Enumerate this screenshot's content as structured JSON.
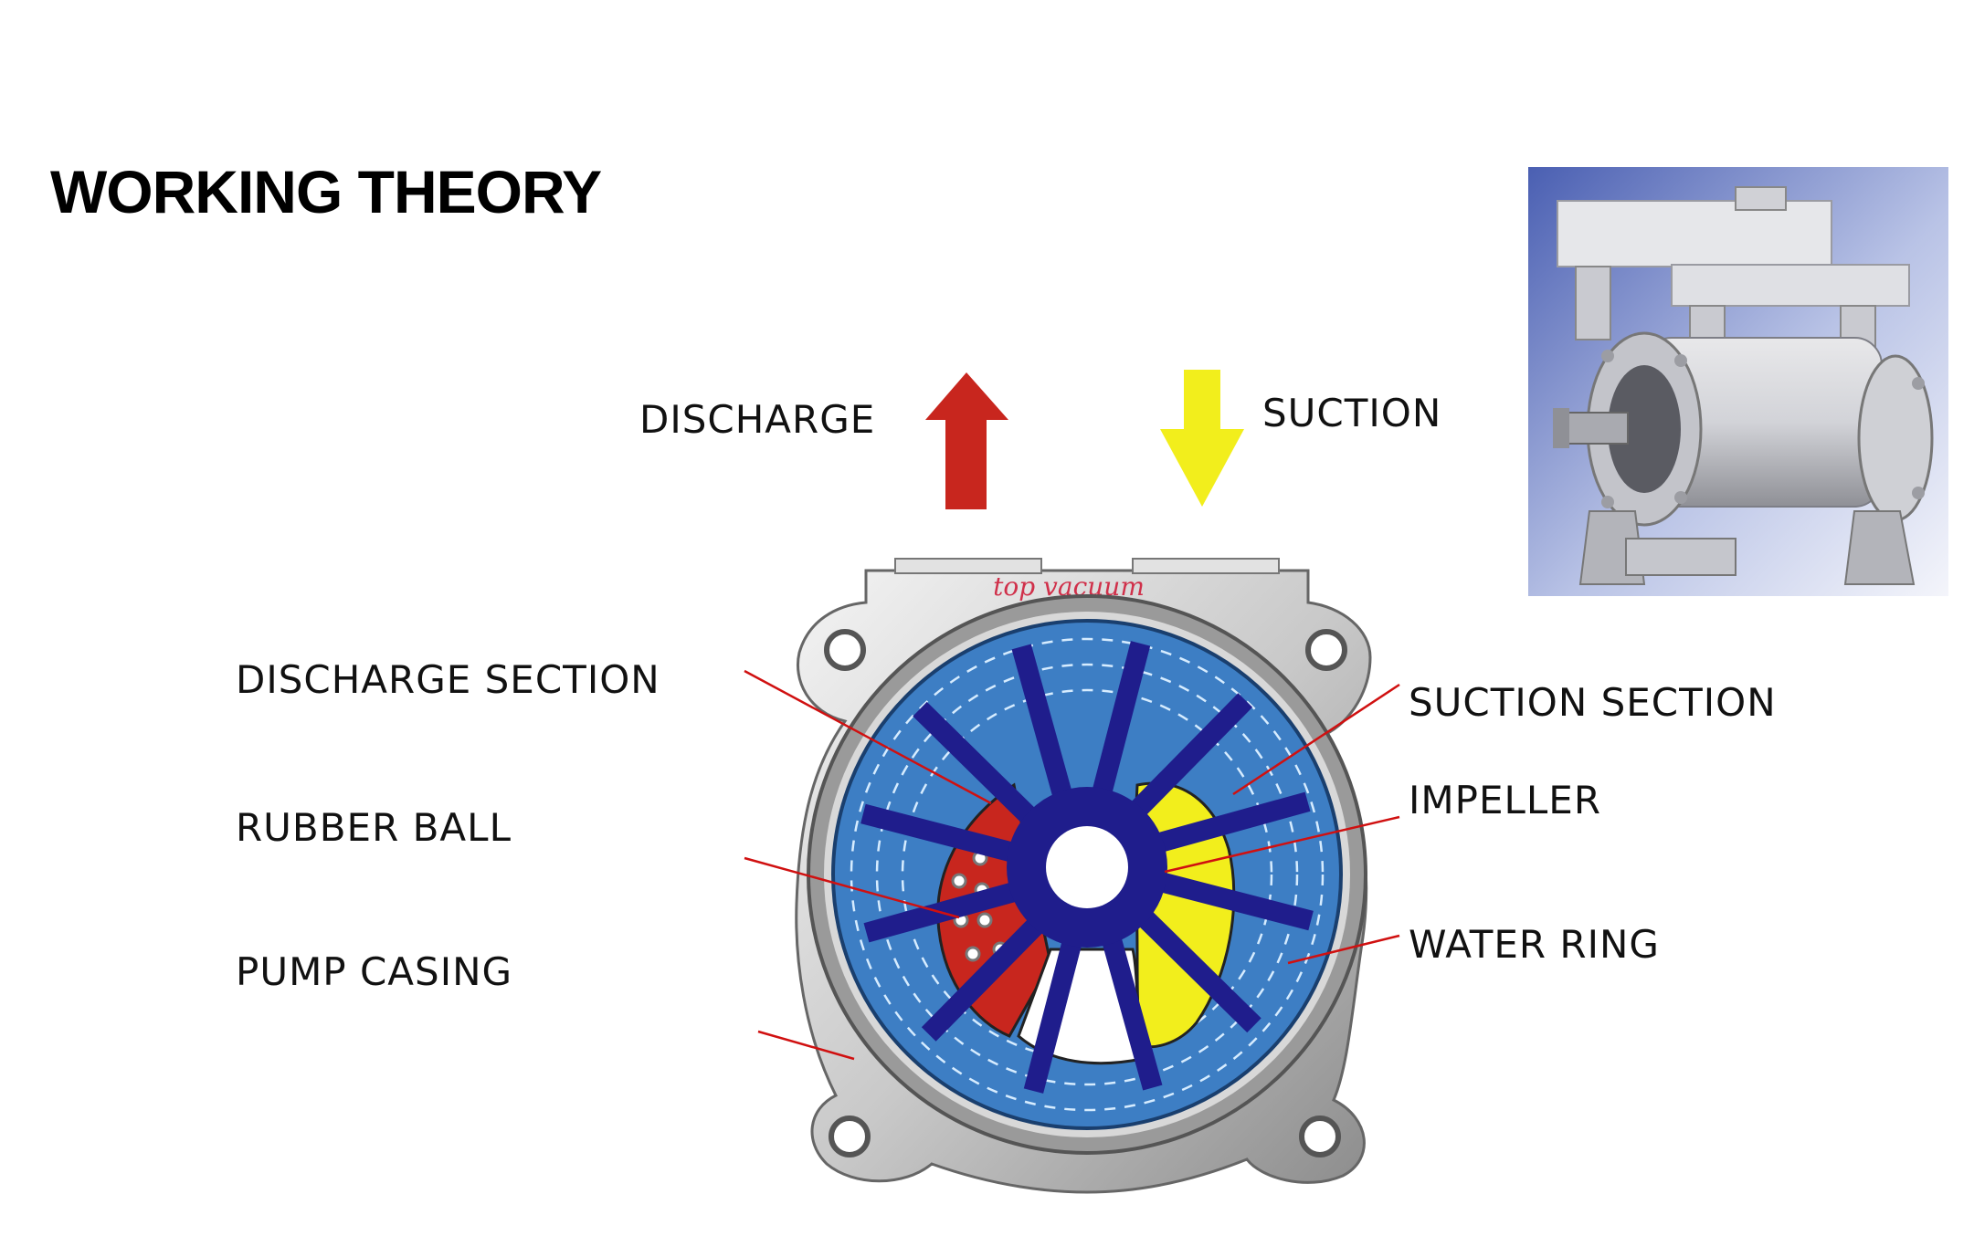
{
  "title": "WORKING THEORY",
  "flow": {
    "discharge": "DISCHARGE",
    "suction": "SUCTION"
  },
  "casing_text": "top vacuum",
  "labels": {
    "discharge_section": "DISCHARGE SECTION",
    "rubber_ball": "RUBBER BALL",
    "pump_casing": "PUMP CASING",
    "suction_section": "SUCTION SECTION",
    "impeller": "IMPELLER",
    "water_ring": "WATER RING"
  },
  "colors": {
    "water": "#3d7ec4",
    "impeller": "#1f1d8c",
    "discharge": "#c8261e",
    "suction": "#f2ee1c",
    "casing": "#cfcfcf",
    "leader": "#d01010"
  },
  "impeller_blades": 12
}
